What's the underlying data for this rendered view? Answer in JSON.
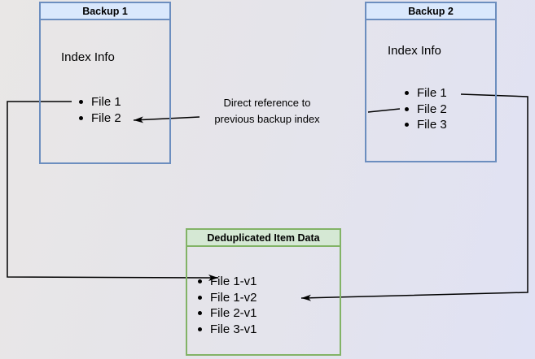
{
  "diagram": {
    "backup1": {
      "title": "Backup 1",
      "subtitle": "Index Info",
      "files": [
        "File 1",
        "File 2"
      ]
    },
    "backup2": {
      "title": "Backup 2",
      "subtitle": "Index Info",
      "files": [
        "File 1",
        "File 2",
        "File 3"
      ]
    },
    "dedup": {
      "title": "Deduplicated Item Data",
      "files": [
        "File 1-v1",
        "File 1-v2",
        "File 2-v1",
        "File 3-v1"
      ]
    },
    "reference_label": {
      "line1": "Direct reference to",
      "line2": "previous backup index"
    },
    "colors": {
      "blue_header_bg": "#dae8fc",
      "blue_border": "#6c8ebf",
      "green_header_bg": "#d5e8d4",
      "green_border": "#82b366",
      "arrow": "#000000",
      "background_left": "#e9e7e6",
      "background_right": "#e0e2f4"
    }
  }
}
